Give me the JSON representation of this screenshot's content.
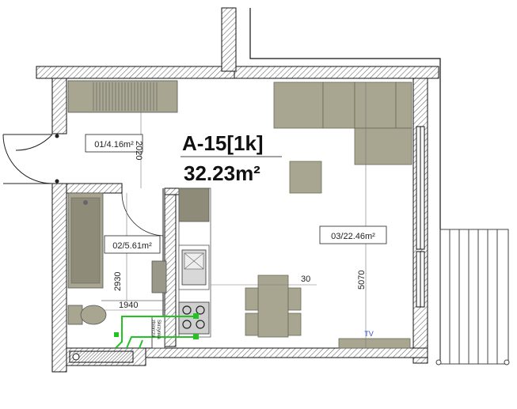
{
  "apartment": {
    "name": "A-15[1k]",
    "area": "32.23m²"
  },
  "rooms": {
    "hall": "01/4.16m²",
    "bathroom": "02/5.61m²",
    "living": "03/22.46m²"
  },
  "dimensions": {
    "hall_vertical": "2020",
    "bath_vertical": "2930",
    "bath_horizontal": "1940",
    "living_vertical": "5070",
    "living_short": "30"
  },
  "labels": {
    "tv": "TV",
    "shaft_line1": "Skrzynka",
    "shaft_line2": "zbiorcza"
  },
  "colors": {
    "wall_hatch": "#7a7a7a",
    "furniture": "#a8a690",
    "furniture_dark": "#8e8c78",
    "pipes": "#22c322",
    "tv_text": "#2f4fd0"
  }
}
